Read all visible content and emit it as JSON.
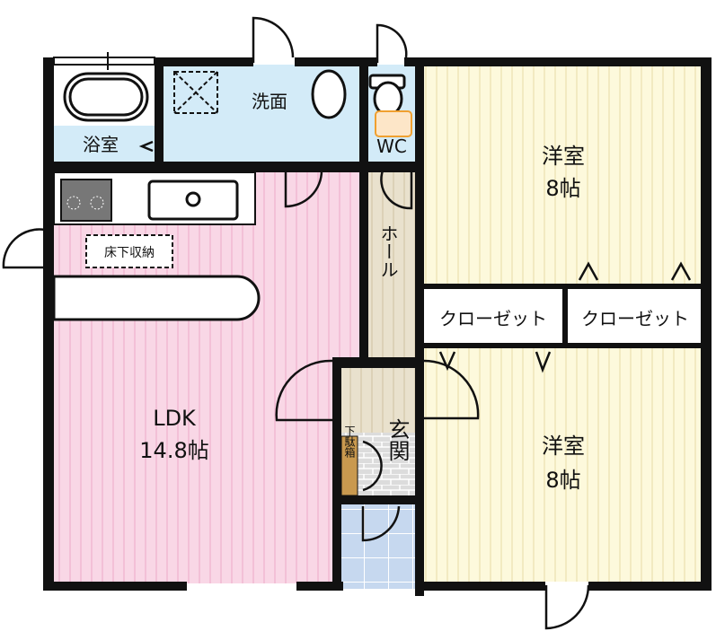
{
  "rooms": {
    "bath": "浴室",
    "washroom": "洗面",
    "wc": "WC",
    "hall": "ホール",
    "western1": {
      "name": "洋室",
      "size": "8帖"
    },
    "western2": {
      "name": "洋室",
      "size": "8帖"
    },
    "closet1": "クローゼット",
    "closet2": "クローゼット",
    "ldk": {
      "name": "LDK",
      "size": "14.8帖"
    },
    "underfloor_storage": "床下収納",
    "entrance": "玄関",
    "shoe_box": "下駄箱"
  },
  "colors": {
    "ldk": "#f9d7e6",
    "wet": "#d3ebf8",
    "hall": "#e9e1cd",
    "western": "#fdf9dc",
    "tile": "#c6d8ef",
    "shoebox": "#c9994f",
    "wall": "#111111"
  }
}
